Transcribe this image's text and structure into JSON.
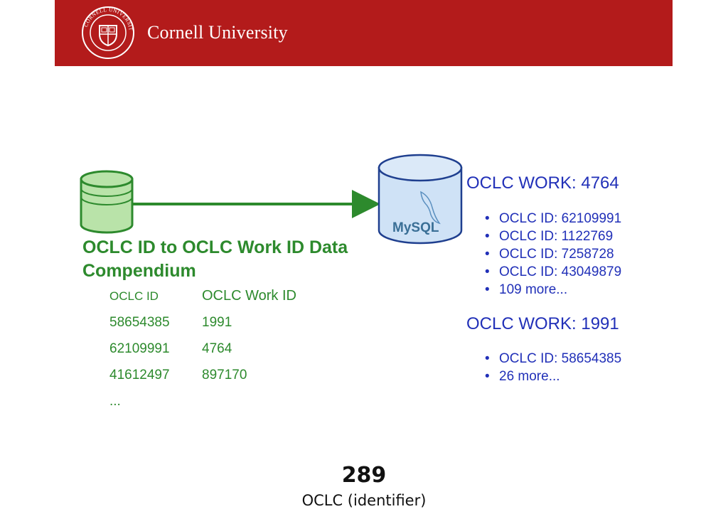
{
  "header": {
    "brand": "Cornell University",
    "seal_text": "CORNELL UNIVERSITY FOUNDED A.D. 1865",
    "background_color": "#b31b1b"
  },
  "diagram": {
    "source_icon": "database-icon",
    "target_icon": "mysql-database-icon",
    "mysql_label": "MySQL",
    "compendium_title": "OCLC ID to OCLC Work ID Data Compendium",
    "compendium_table": {
      "headers": [
        "OCLC ID",
        "OCLC Work ID"
      ],
      "rows": [
        [
          "58654385",
          "1991"
        ],
        [
          "62109991",
          "4764"
        ],
        [
          "41612497",
          "897170"
        ]
      ],
      "ellipsis": "..."
    },
    "works": [
      {
        "title": "OCLC WORK: 4764",
        "items": [
          "OCLC ID: 62109991",
          "OCLC ID: 1122769",
          "OCLC ID: 7258728",
          "OCLC ID: 43049879",
          "109 more..."
        ]
      },
      {
        "title": "OCLC WORK: 1991",
        "items": [
          "OCLC ID: 58654385",
          "26 more..."
        ]
      }
    ],
    "colors": {
      "green_text": "#2d8a2d",
      "green_db_fill": "#b9e3a9",
      "blue_text": "#2130b8",
      "blue_db_fill": "#cfe2f6"
    }
  },
  "caption": {
    "number": "289",
    "text": "OCLC (identifier)"
  }
}
